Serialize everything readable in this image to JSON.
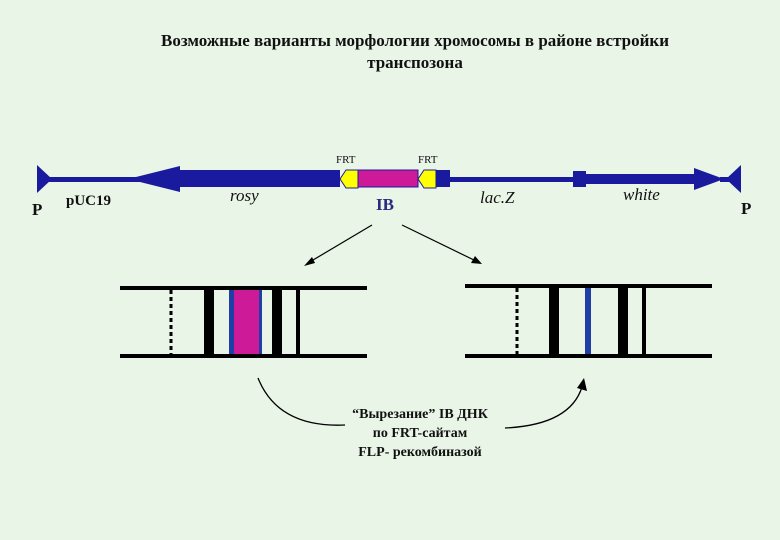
{
  "title_line1": "Возможные варианты морфологии хромосомы в районе встройки",
  "title_line2": "транспозона",
  "labels": {
    "frt_left": "FRT",
    "frt_right": "FRT",
    "p_left": "P",
    "p_right": "P",
    "puc19": "pUC19",
    "rosy": "rosy",
    "ib": "IB",
    "lacz": "lac.Z",
    "white": "white"
  },
  "caption": {
    "line1": "“Вырезание” IB ДНК",
    "line2": "по FRT-сайтам",
    "line3": "FLP- рекомбиназой"
  },
  "colors": {
    "background": "#e9f5e6",
    "construct_blue": "#1a1a9e",
    "ib_magenta": "#cc1a99",
    "frt_yellow": "#ffff00",
    "dna_black": "#000000",
    "band_blue": "#1f3fa6"
  }
}
